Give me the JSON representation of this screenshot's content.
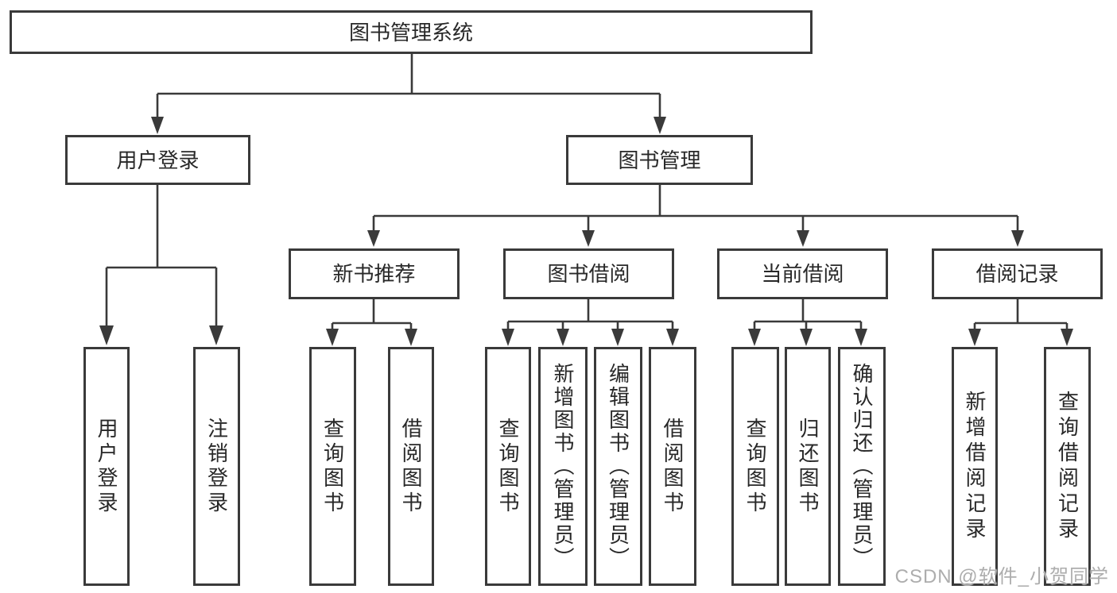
{
  "tree": {
    "label": "图书管理系统",
    "children": [
      {
        "label": "用户登录",
        "children": [
          {
            "label": "用户登录"
          },
          {
            "label": "注销登录"
          }
        ]
      },
      {
        "label": "图书管理",
        "children": [
          {
            "label": "新书推荐",
            "children": [
              {
                "label": "查询图书"
              },
              {
                "label": "借阅图书"
              }
            ]
          },
          {
            "label": "图书借阅",
            "children": [
              {
                "label": "查询图书"
              },
              {
                "label": "新增图书（管理员）"
              },
              {
                "label": "编辑图书（管理员）"
              },
              {
                "label": "借阅图书"
              }
            ]
          },
          {
            "label": "当前借阅",
            "children": [
              {
                "label": "查询图书"
              },
              {
                "label": "归还图书"
              },
              {
                "label": "确认归还（管理员）"
              }
            ]
          },
          {
            "label": "借阅记录",
            "children": [
              {
                "label": "新增借阅记录"
              },
              {
                "label": "查询借阅记录"
              }
            ]
          }
        ]
      }
    ]
  },
  "watermark": {
    "text": "CSDN @软件_小贺同学"
  },
  "colors": {
    "line": "#3a3a3a",
    "text": "#282828",
    "background": "#ffffff",
    "watermark": "#adadad"
  }
}
